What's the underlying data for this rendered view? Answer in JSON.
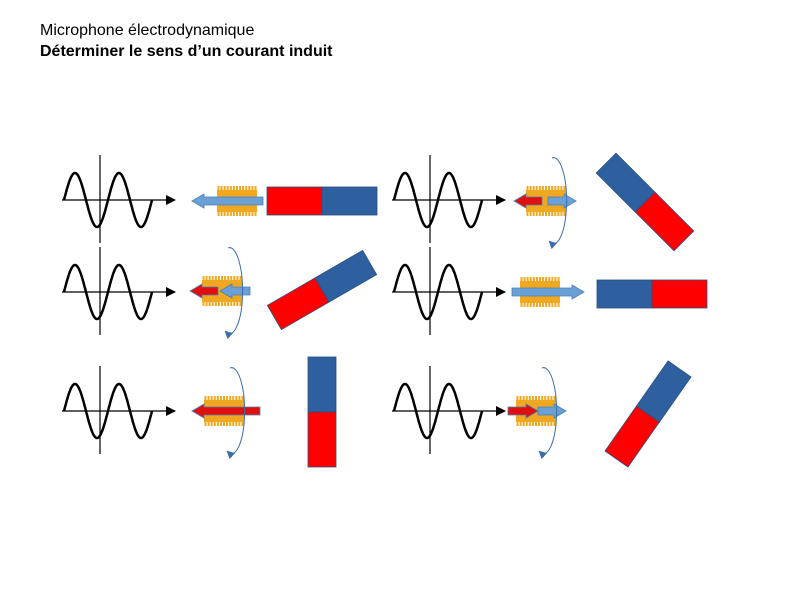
{
  "header": {
    "title": "Microphone électrodynamique",
    "subtitle": "Déterminer le sens d’un courant induit"
  },
  "colors": {
    "magnet_red": "#ff0000",
    "magnet_blue": "#2e5f9e",
    "coil_orange": "#f0a820",
    "arrow_blue": "#6aa0d6",
    "arrow_red": "#e01010",
    "curve": "#000000",
    "rotation_arrow": "#3a6ea8"
  },
  "panels": [
    {
      "id": "p1",
      "coil_arrows": [
        "blue-left"
      ],
      "rotation": false,
      "magnet": {
        "angle": 0,
        "first_pole": "red"
      }
    },
    {
      "id": "p2",
      "coil_arrows": [
        "red-left",
        "blue-right"
      ],
      "rotation": true,
      "magnet": {
        "angle": 45,
        "first_pole": "blue"
      }
    },
    {
      "id": "p3",
      "coil_arrows": [
        "red-left",
        "blue-left"
      ],
      "rotation": true,
      "magnet": {
        "angle": -30,
        "first_pole": "red"
      }
    },
    {
      "id": "p4",
      "coil_arrows": [
        "blue-right"
      ],
      "rotation": false,
      "magnet": {
        "angle": 0,
        "first_pole": "blue"
      }
    },
    {
      "id": "p5",
      "coil_arrows": [
        "red-left-long"
      ],
      "rotation": true,
      "magnet": {
        "angle": 90,
        "first_pole": "blue"
      }
    },
    {
      "id": "p6",
      "coil_arrows": [
        "red-right",
        "blue-right"
      ],
      "rotation": true,
      "magnet": {
        "angle": -55,
        "first_pole": "red"
      }
    }
  ]
}
